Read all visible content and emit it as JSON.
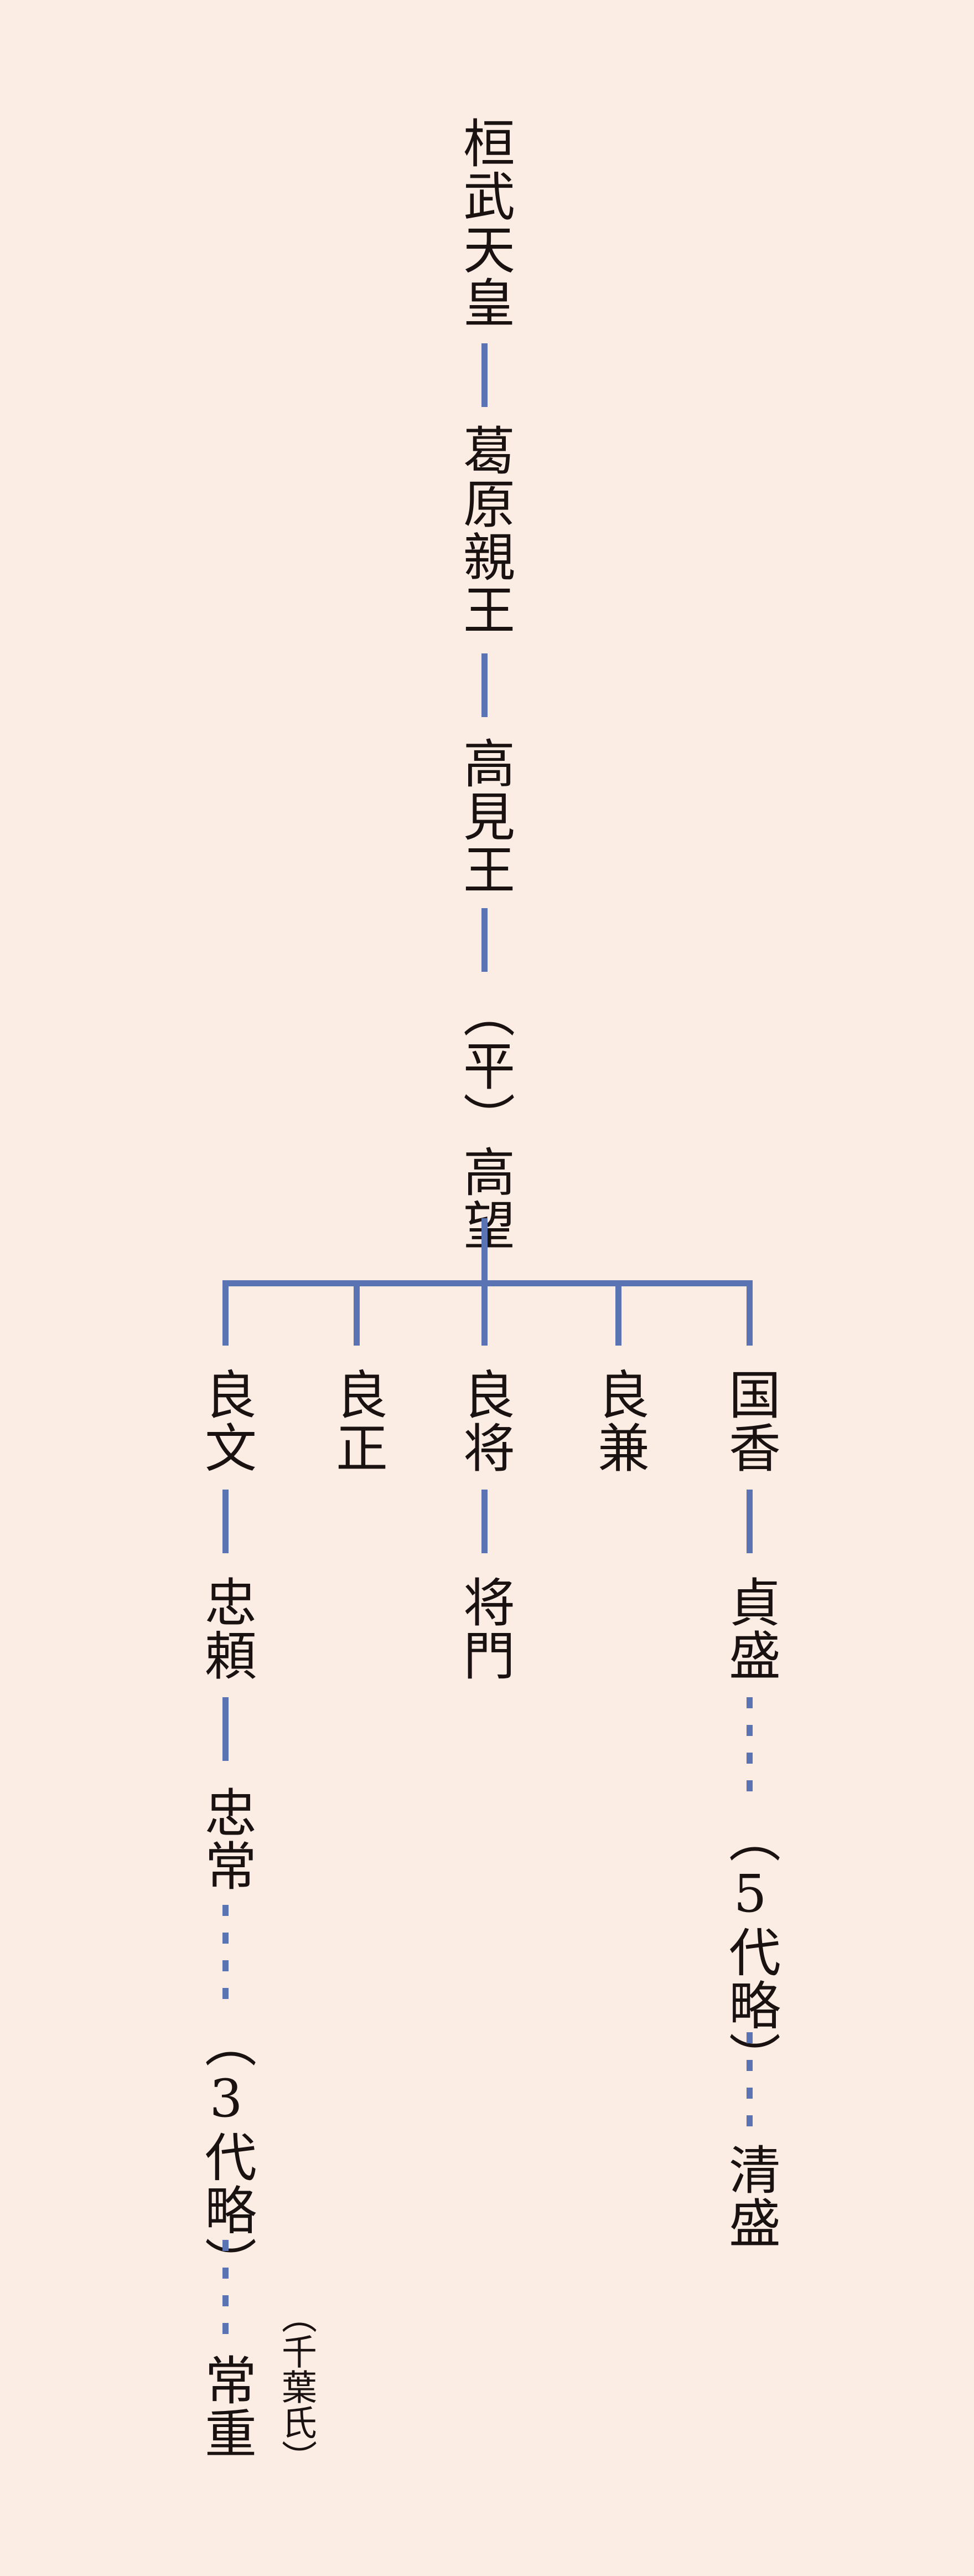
{
  "colors": {
    "background": "#fbece4",
    "line": "#5a73b3",
    "text": "#1a1111"
  },
  "tree": {
    "root": "桓武天皇",
    "gen2": "葛原親王",
    "gen3": "高見王",
    "gen4": "（平）高望",
    "children": [
      "良文",
      "良正",
      "良将",
      "良兼",
      "国香"
    ],
    "yoshifumi_line": [
      "忠頼",
      "忠常",
      "（3代略）",
      "常重"
    ],
    "chiba_note": "（千葉氏）",
    "yoshimasa_line": [
      "将門"
    ],
    "kunika_line": [
      "貞盛",
      "（5代略）",
      "清盛"
    ]
  }
}
